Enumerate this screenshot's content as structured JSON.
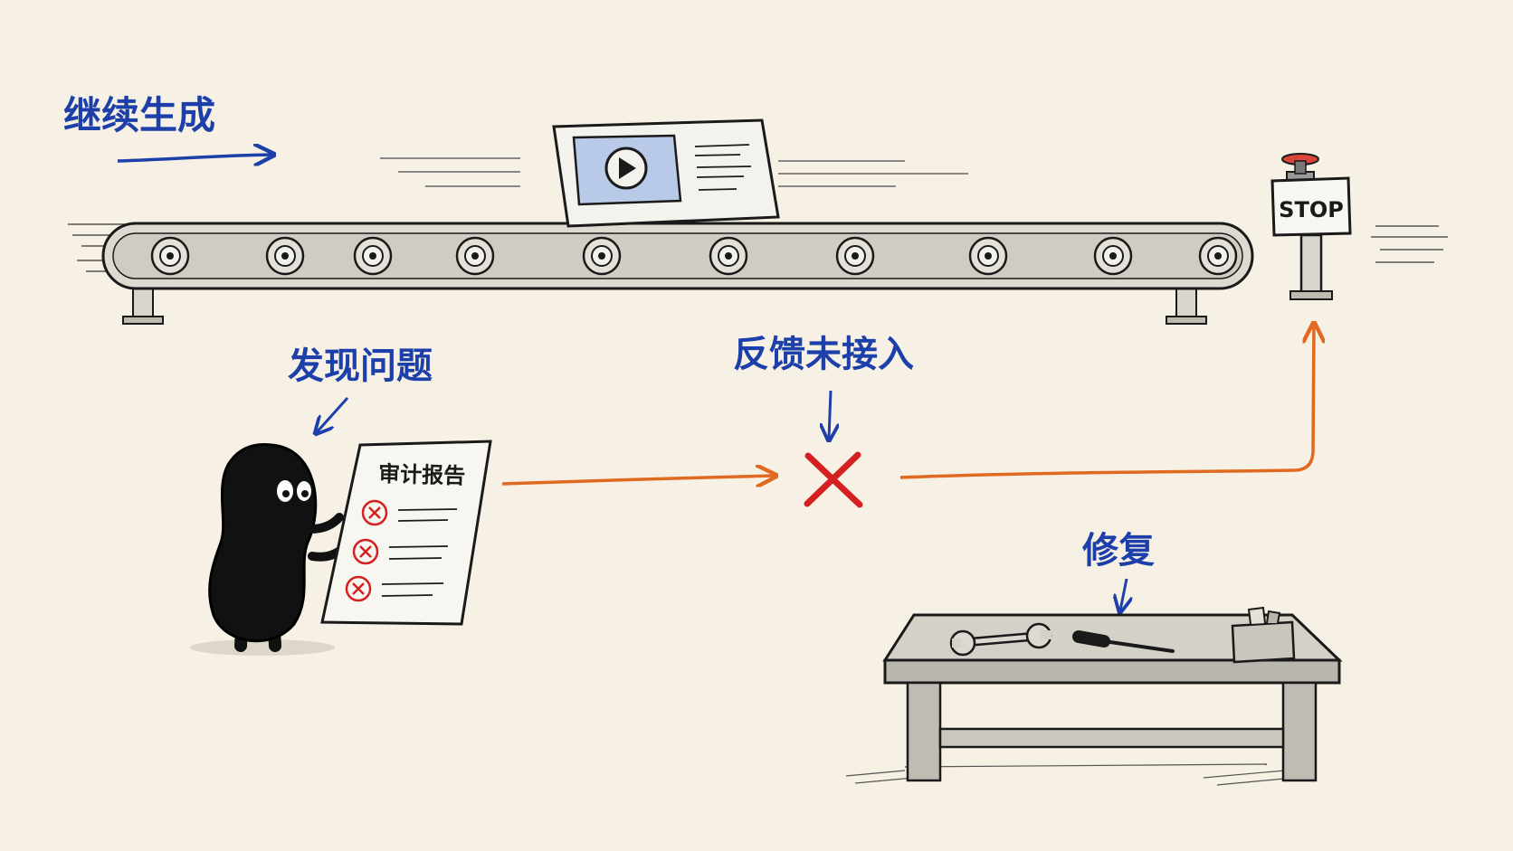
{
  "labels": {
    "continue_generating": "继续生成",
    "found_problem": "发现问题",
    "feedback_not_connected": "反馈未接入",
    "repair": "修复",
    "audit_report": "审计报告",
    "stop_sign": "STOP"
  },
  "colors": {
    "background": "#f6f1e4",
    "annotation_blue": "#1d3faa",
    "flow_orange": "#e06a1f",
    "error_red": "#d42020",
    "stop_button_red": "#d9453a",
    "screen_blue": "#b9c9e8"
  },
  "icons": {
    "play": "play-icon",
    "cross": "cross-mark-icon",
    "wrench": "wrench-icon",
    "screwdriver": "screwdriver-icon"
  }
}
